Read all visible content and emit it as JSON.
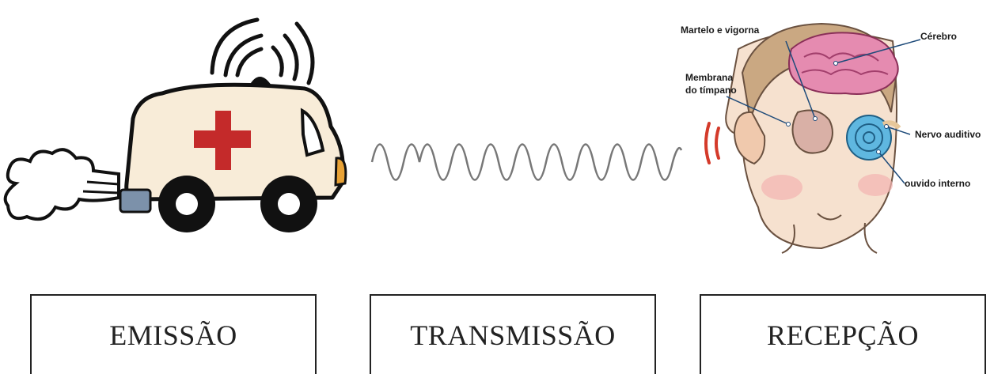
{
  "stages": [
    {
      "label": "EMISSÃO"
    },
    {
      "label": "TRANSMISSÃO"
    },
    {
      "label": "RECEPÇÃO"
    }
  ],
  "ear_labels": {
    "hammer_anvil": "Martelo e vigorna",
    "brain": "Cérebro",
    "membrane_1": "Membrana",
    "membrane_2": "do tímpano",
    "auditory_nerve": "Nervo auditivo",
    "inner_ear": "ouvido interno"
  },
  "colors": {
    "ambulance_body": "#f8ecd8",
    "cross": "#c42a2a",
    "brain": "#e58bb0",
    "cochlea": "#5fb7e0",
    "skin": "#f6e1cf",
    "hair": "#caa882"
  }
}
